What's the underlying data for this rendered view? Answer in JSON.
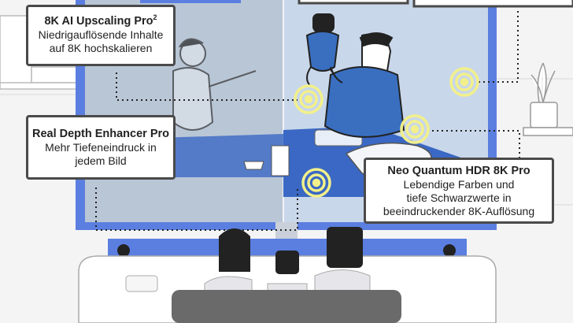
{
  "callouts": {
    "upscaling": {
      "title": "8K AI Upscaling Pro",
      "superscript": "2",
      "lines": [
        "Niedrigauflösende Inhalte",
        "auf 8K hochskalieren"
      ]
    },
    "depth": {
      "title": "Real Depth Enhancer Pro",
      "lines": [
        "Mehr Tiefeneindruck in",
        "jedem Bild"
      ]
    },
    "hdr": {
      "title": "Neo Quantum HDR 8K Pro",
      "lines": [
        "Lebendige Farben und",
        "tiefe Schwarzwerte in",
        "beeindruckender 8K-Auflösung"
      ]
    }
  },
  "colors": {
    "tv_frame": "#5b7fe0",
    "screen": "#bfd0e6",
    "target_ring": "#f2f08a",
    "shirt": "#3a6fc0"
  },
  "icons": [
    "target-hotspot-icon",
    "plant-icon",
    "speaker-icon"
  ]
}
